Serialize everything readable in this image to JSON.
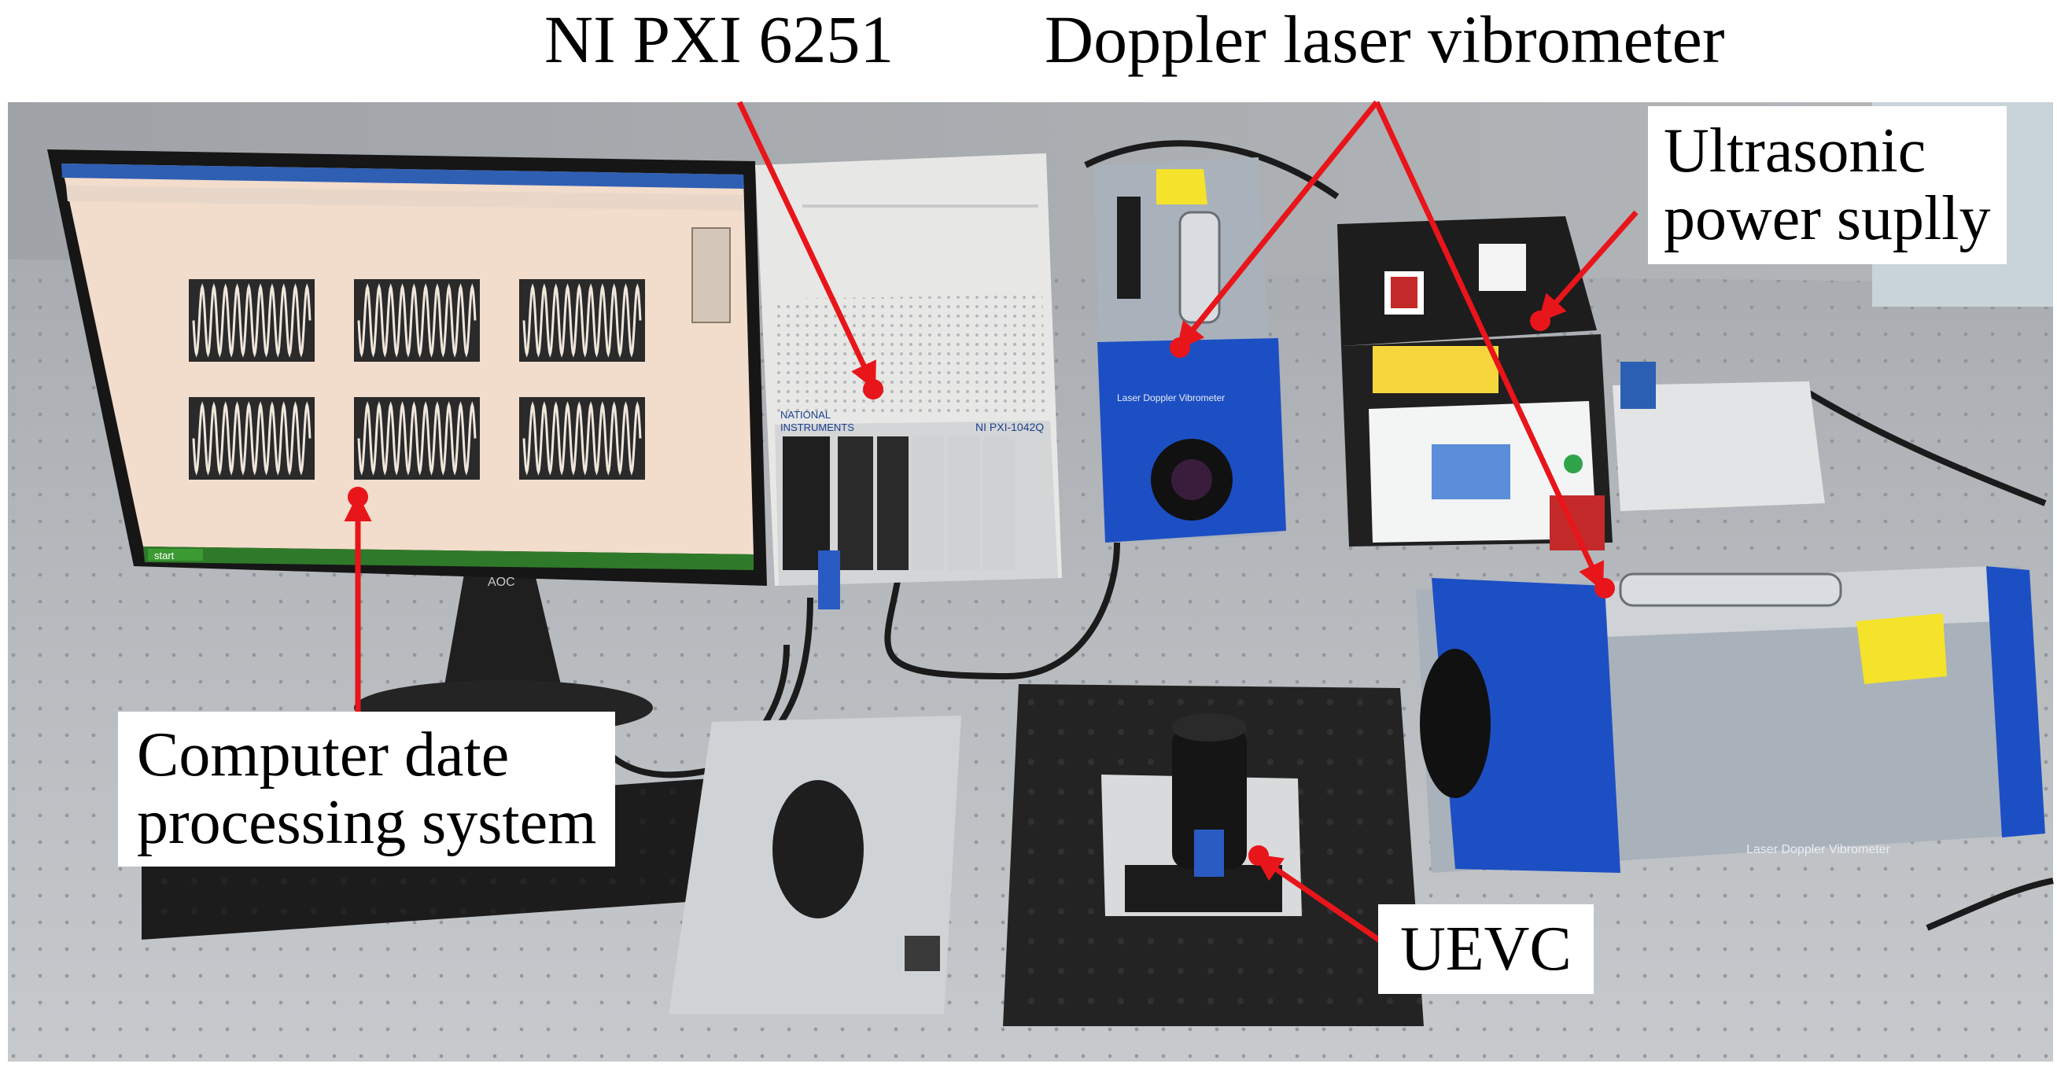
{
  "labels": {
    "ni_pxi": "NI PXI 6251",
    "doppler": "Doppler laser vibrometer",
    "ultrasonic_line1": "Ultrasonic",
    "ultrasonic_line2": "power suplly",
    "computer_line1": "Computer date",
    "computer_line2": "processing system",
    "uevc": "UEVC"
  },
  "equipment_text": {
    "ni_brand_line1": "NATIONAL",
    "ni_brand_line2": "INSTRUMENTS",
    "ni_chassis": "NI PXI-1042Q",
    "vibrometer_text": "Laser Doppler Vibrometer",
    "monitor_brand": "AOC",
    "taskbar_start": "start"
  },
  "colors": {
    "arrow": "#e8151a",
    "vibrometer_blue": "#1d4fc4",
    "vibrometer_body": "#a9b1bb",
    "table": "#b9bcc0",
    "screen_bg": "#f2dccb",
    "waveform_bg": "#2a2a2a",
    "taskbar": "#2f7a2a"
  },
  "waveform_panels": 6
}
